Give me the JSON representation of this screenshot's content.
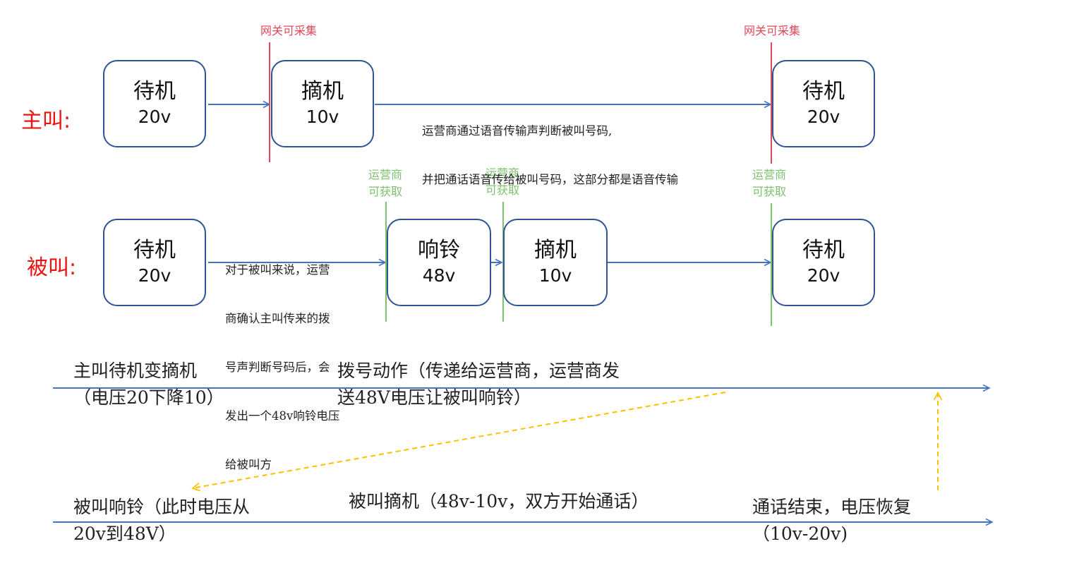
{
  "roles": {
    "caller": "主叫:",
    "callee": "被叫:"
  },
  "caller_boxes": [
    {
      "state": "待机",
      "volt": "20v"
    },
    {
      "state": "摘机",
      "volt": "10v"
    },
    {
      "state": "待机",
      "volt": "20v"
    }
  ],
  "callee_boxes": [
    {
      "state": "待机",
      "volt": "20v"
    },
    {
      "state": "响铃",
      "volt": "48v"
    },
    {
      "state": "摘机",
      "volt": "10v"
    },
    {
      "state": "待机",
      "volt": "20v"
    }
  ],
  "gateway_tags": [
    "网关可采集",
    "网关可采集"
  ],
  "carrier_tags": [
    {
      "line1": "运营商",
      "line2": "可获取"
    },
    {
      "line1": "运营商",
      "line2": "可获取"
    },
    {
      "line1": "运营商",
      "line2": "可获取"
    }
  ],
  "notes": {
    "caller_voice": {
      "line1": "运营商通过语音传输声判断被叫号码,",
      "line2": "并把通话语音传给被叫号码，这部分都是语音传输"
    },
    "callee_confirm": {
      "line1": "对于被叫来说，运营",
      "line2": "商确认主叫传来的拨",
      "line3": "号声判断号码后，会",
      "line4": "发出一个48v响铃电压",
      "line5": "给被叫方"
    }
  },
  "timeline_top": {
    "event1": {
      "line1": "主叫待机变摘机",
      "line2": "（电压20下降10）"
    },
    "event2": {
      "line1": "拨号动作（传递给运营商，运营商发",
      "line2": "送48V电压让被叫响铃）"
    }
  },
  "timeline_bottom": {
    "event1": {
      "line1": "被叫响铃（此时电压从",
      "line2": "20v到48V）"
    },
    "event2": {
      "line1": "被叫摘机（48v-10v，双方开始通话）"
    },
    "event3": {
      "line1": "通话结束，电压恢复",
      "line2": "（10v-20v)"
    }
  },
  "colors": {
    "box_border": "#2f5496",
    "arrow": "#4472c4",
    "gateway": "#e0485a",
    "carrier": "#7dc16d",
    "dashed": "#ffc000",
    "role": "#ee1111"
  }
}
